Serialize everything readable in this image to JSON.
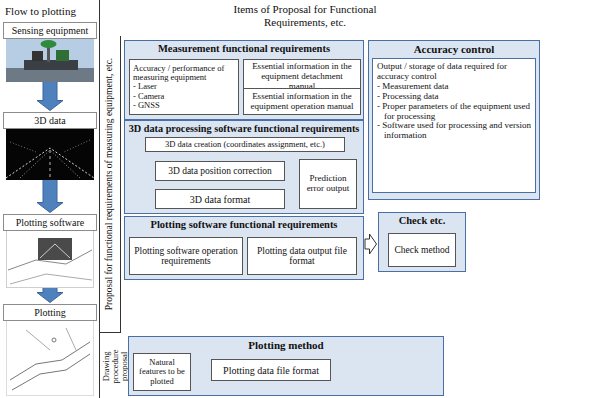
{
  "diagram": {
    "title": "Items of Proposal for Functional Requirements, etc.",
    "nodes": [
      {
        "text": [
          "Sensing equipment"
        ]
      },
      {
        "text": [
          "3D data"
        ]
      },
      {
        "text": [
          "Plotting software"
        ]
      },
      {
        "text": [
          "Plotting"
        ]
      },
      {
        "text": [
          "Measurement functional requirements"
        ]
      },
      {
        "text": [
          "Accuracy / performance of measuring equipment",
          "- Laser",
          "- Camera",
          "- GNSS"
        ],
        "in": 4
      },
      {
        "text": [
          "Essential information in the equipment detachment manual"
        ],
        "in": 4
      },
      {
        "text": [
          "Essential information in the equipment operation manual"
        ],
        "in": 4
      },
      {
        "text": [
          "Accuracy control",
          "Output / storage of data required for accuracy control",
          "- Measurement data",
          "- Processing data",
          "- Proper parameters of the equipment used for processing",
          "- Software used for processing and version information"
        ]
      },
      {
        "text": [
          "3D data processing software functional requirements"
        ]
      },
      {
        "text": [
          "3D data creation (coordinates assignment, etc.)"
        ],
        "in": 9
      },
      {
        "text": [
          "3D data position correction"
        ],
        "in": 9
      },
      {
        "text": [
          "Prediction error output"
        ],
        "in": 9
      },
      {
        "text": [
          "3D data format"
        ],
        "in": 9
      },
      {
        "text": [
          "Plotting software functional requirements"
        ]
      },
      {
        "text": [
          "Plotting software operation requirements"
        ],
        "in": 14
      },
      {
        "text": [
          "Plotting data output file format"
        ],
        "in": 14
      },
      {
        "text": [
          "Check etc."
        ]
      },
      {
        "text": [
          "Check method"
        ],
        "in": 17
      },
      {
        "text": [
          "Plotting method"
        ]
      },
      {
        "text": [
          "Natural features to be plotted"
        ],
        "in": 19
      },
      {
        "text": [
          "Plotting data file format"
        ],
        "in": 19
      }
    ],
    "edges": [
      {
        "from": 0,
        "to": 1,
        "arrow": "to"
      },
      {
        "from": 1,
        "to": 2,
        "arrow": "to"
      },
      {
        "from": 2,
        "to": 3,
        "arrow": "to"
      },
      {
        "from": 10,
        "to": 11,
        "arrow": "to"
      },
      {
        "from": 10,
        "to": 12,
        "arrow": "to"
      },
      {
        "from": 11,
        "to": 13,
        "arrow": "to"
      },
      {
        "from": 14,
        "to": 17,
        "arrow": "to"
      },
      {
        "from": 20,
        "to": 21,
        "arrow": "to"
      }
    ],
    "labels": [
      "Flow to plotting",
      "Proposal for functional requirements of measuring equipment, etc.",
      "Drawing procedure proposal"
    ]
  }
}
